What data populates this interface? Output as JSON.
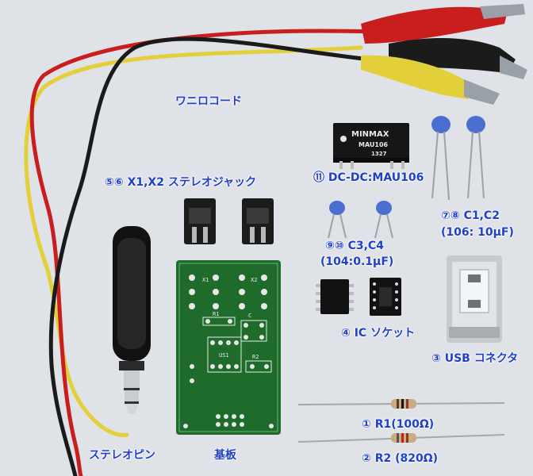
{
  "colors": {
    "background": "#dfe2e7",
    "label_text": "#1f3fcc",
    "pcb_green": "#1f6b2c",
    "wire_red": "#c81e1e",
    "wire_black": "#1a1a1a",
    "wire_yellow": "#e3cf3a",
    "capacitor_blue": "#4a6fd0"
  },
  "labels": {
    "alligator_cord": "ワニロコード",
    "dcdc": "⑪ DC-DC:MAU106",
    "stereo_jack": "⑤⑥ X1,X2 ステレオジャック",
    "c1c2_line1": "⑦⑧ C1,C2",
    "c1c2_line2": "(106: 10μF)",
    "c3c4_line1": "⑨⑩ C3,C4",
    "c3c4_line2": "(104:0.1μF)",
    "ic_socket": "④ IC ソケット",
    "usb_connector": "③ USB コネクタ",
    "r1": "① R1(100Ω)",
    "r2": "② R2 (820Ω)",
    "stereo_pin": "ステレオピン",
    "board": "基板"
  },
  "module_marking": {
    "brand": "MINMAX",
    "model": "MAU106",
    "code": "1327"
  },
  "pcb_silkscreen": {
    "x1": "X1",
    "x2": "X2",
    "r1": "R1",
    "r2": "R2",
    "u1": "US1",
    "c": "C"
  }
}
